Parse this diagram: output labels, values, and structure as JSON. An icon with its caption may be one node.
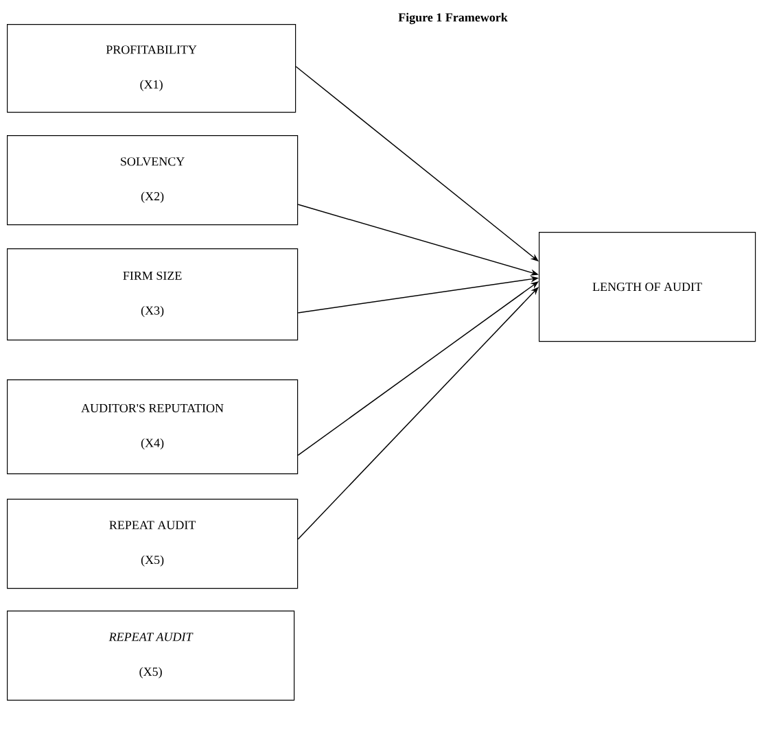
{
  "diagram": {
    "title": "Figure 1 Framework",
    "nodes": [
      {
        "text": [
          "PROFITABILITY",
          "(X1)"
        ]
      },
      {
        "text": [
          "SOLVENCY",
          "(X2)"
        ]
      },
      {
        "text": [
          "FIRM SIZE",
          "(X3)"
        ]
      },
      {
        "text": [
          "AUDITOR'S REPUTATION",
          "(X4)"
        ]
      },
      {
        "text": [
          "REPEAT AUDIT",
          "(X5)"
        ]
      },
      {
        "text": [
          "REPEAT AUDIT",
          "(X5)"
        ]
      },
      {
        "text": [
          "LENGTH OF AUDIT"
        ]
      }
    ],
    "edges": [
      {
        "from": 0,
        "to": 6,
        "arrow": "to"
      },
      {
        "from": 1,
        "to": 6,
        "arrow": "to"
      },
      {
        "from": 2,
        "to": 6,
        "arrow": "to"
      },
      {
        "from": 3,
        "to": 6,
        "arrow": "to"
      },
      {
        "from": 4,
        "to": 6,
        "arrow": "to"
      }
    ]
  }
}
